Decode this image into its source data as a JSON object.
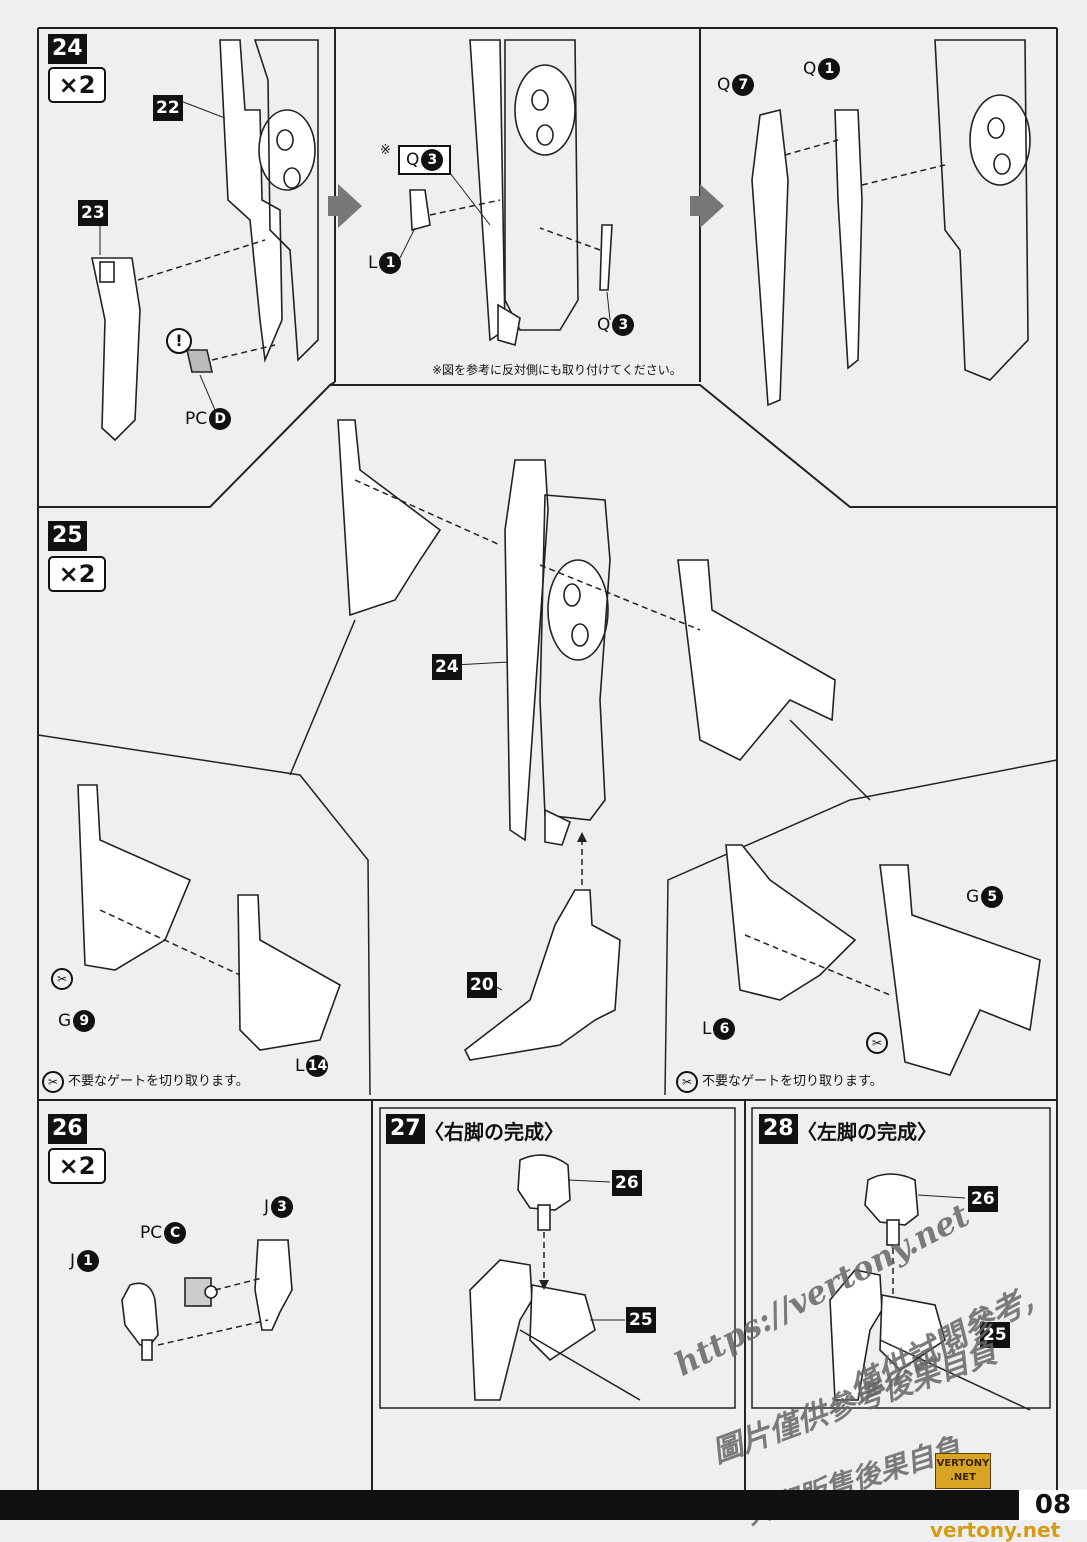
{
  "page_number": "08",
  "steps": {
    "s24": {
      "num": "24",
      "times": "×2"
    },
    "s25": {
      "num": "25",
      "times": "×2"
    },
    "s26": {
      "num": "26",
      "times": "×2"
    },
    "s27": {
      "num": "27",
      "title": "〈右脚の完成〉"
    },
    "s28": {
      "num": "28",
      "title": "〈左脚の完成〉"
    }
  },
  "parts": {
    "p22": "22",
    "p23": "23",
    "p24": "24",
    "p20": "20",
    "p26a": "26",
    "p25a": "25",
    "p26b": "26",
    "p25b": "25"
  },
  "refs": {
    "pc_d": {
      "letter": "PC",
      "num": "D"
    },
    "q3a": {
      "letter": "Q",
      "num": "3"
    },
    "l1": {
      "letter": "L",
      "num": "1"
    },
    "q3b": {
      "letter": "Q",
      "num": "3"
    },
    "q7": {
      "letter": "Q",
      "num": "7"
    },
    "q1": {
      "letter": "Q",
      "num": "1"
    },
    "g9": {
      "letter": "G",
      "num": "9"
    },
    "l14": {
      "letter": "L",
      "num": "14"
    },
    "g5": {
      "letter": "G",
      "num": "5"
    },
    "l6": {
      "letter": "L",
      "num": "6"
    },
    "j1": {
      "letter": "J",
      "num": "1"
    },
    "pc_c": {
      "letter": "PC",
      "num": "C"
    },
    "j3": {
      "letter": "J",
      "num": "3"
    }
  },
  "notes": {
    "asterisk": "※",
    "mirror": "※図を参考に反対側にも取り付けてください。",
    "gate_left": "不要なゲートを切り取ります。",
    "gate_right": "不要なゲートを切り取ります。"
  },
  "watermark": {
    "line1": "https://vertony.net",
    "line2": "僅供試閱參考,",
    "line3": "圖片僅供參考後果自負",
    "line4": "列印販售後果自負"
  },
  "logo": {
    "top": "VERTONY",
    "bottom": ".NET",
    "footer": "vertony.net"
  }
}
